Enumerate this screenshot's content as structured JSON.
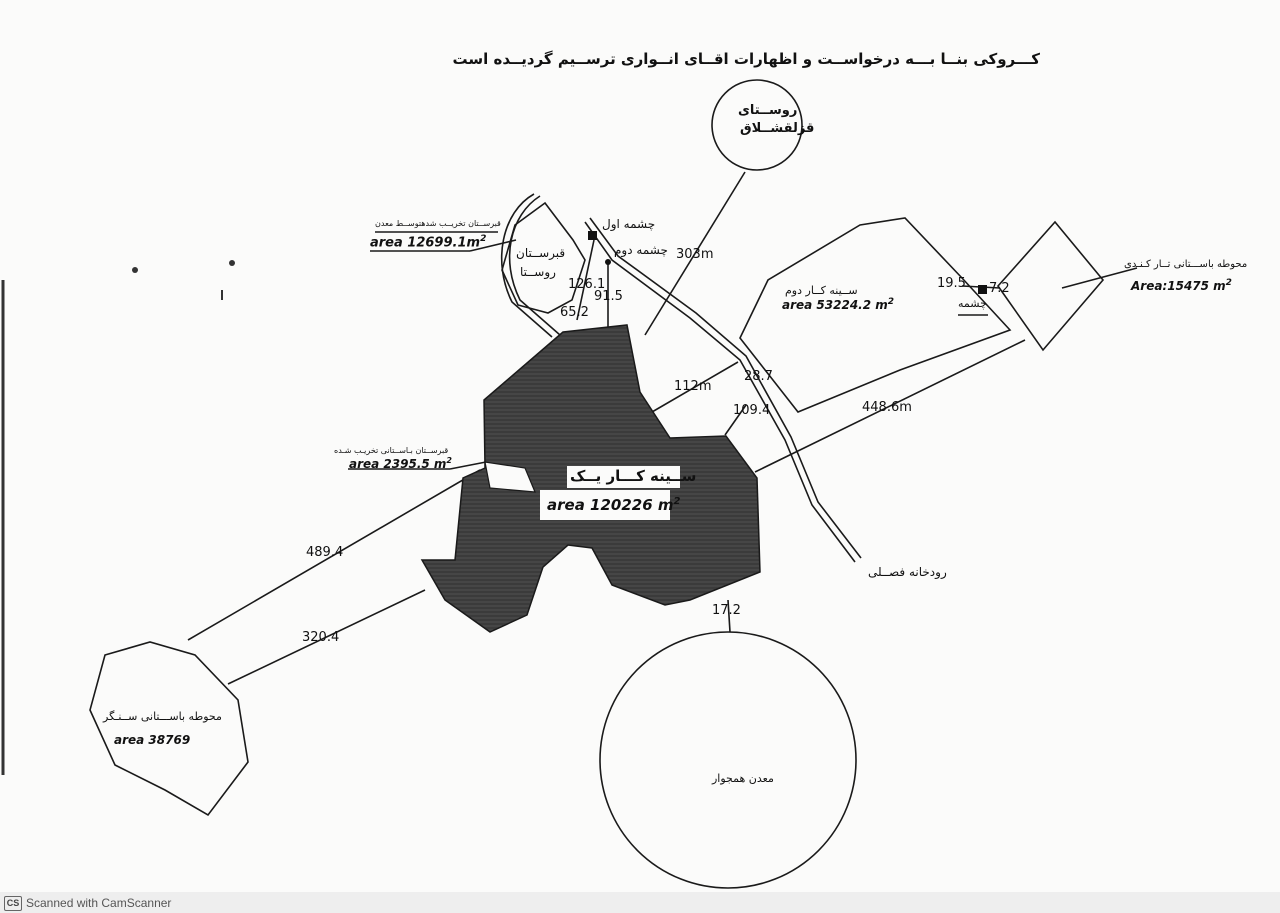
{
  "title": "کـــروکی بنــا بـــه درخواســت و اظهارات اقــای انــواری ترســیم گردیــده است",
  "village": {
    "line1": "روســتای",
    "line2": "قزلقشــلاق"
  },
  "cemetery_village": {
    "name_line1": "قبرســتان",
    "name_line2": "روســتا",
    "caption": "قبرســتان تخریــب شدهتوســط معدن",
    "area": "area   12699.1m"
  },
  "spring_first": "چشمه اول",
  "spring_second": "چشمه دوم",
  "spring_third": "چشمه",
  "pit_two": {
    "name": "ســینه کــار دوم",
    "area": "area   53224.2 m"
  },
  "pit_one": {
    "name": "ســینه کـــار یــک",
    "area": "area   120226 m"
  },
  "small_cemetery": {
    "caption": "قبرســتان بـاســتانی تخریـب شـده",
    "area": "area   2395.5 m"
  },
  "site_tarkandi": {
    "name": "محوطه باســـتانی تــار کـنـدی",
    "area": "Area:15475 m"
  },
  "site_sangar": {
    "name": "محوطه باســـتانی ســنـگر",
    "area": "area   38769"
  },
  "river": "رودخانه فصــلی",
  "adjacent_mine": "معدن همجوار",
  "superscript": "2",
  "distances": {
    "d303": "303m",
    "d126": "126.1",
    "d91": "91.5",
    "d65": "65.2",
    "d112": "112m",
    "d28": "28.7",
    "d109": "109.4",
    "d448": "448.6m",
    "d19": "19.5",
    "d7": "7.2",
    "d489": "489.4",
    "d320": "320.4",
    "d17": "17.2"
  },
  "footer": {
    "logo": "CS",
    "text": "Scanned with CamScanner"
  },
  "colors": {
    "pit_fill": "#3a3a3a",
    "line": "#1a1a1a",
    "paper": "#fbfbfa"
  }
}
